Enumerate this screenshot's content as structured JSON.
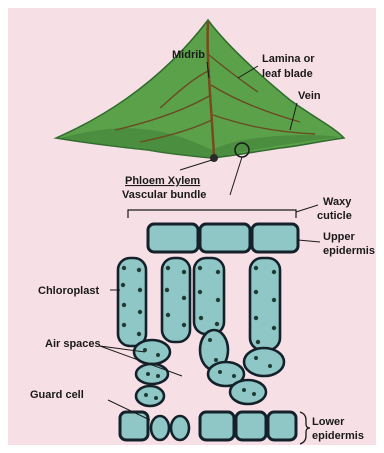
{
  "labels": {
    "midrib": "Midrib",
    "lamina_line1": "Lamina or",
    "lamina_line2": "leaf blade",
    "vein": "Vein",
    "phloem_xylem": "Phloem Xylem",
    "vascular_bundle": "Vascular bundle",
    "waxy_line1": "Waxy",
    "waxy_line2": "cuticle",
    "upper_line1": "Upper",
    "upper_line2": "epidermis",
    "chloroplast": "Chloroplast",
    "air_spaces": "Air spaces",
    "guard_cell": "Guard cell",
    "lower_line1": "Lower",
    "lower_line2": "epidermis"
  },
  "colors": {
    "background": "#f7dfe6",
    "leaf": "#5aa14a",
    "leaf_dark": "#2f6b2c",
    "stem": "#7a4a1e",
    "cell_fill": "#8fc7c6",
    "cell_wall": "#14212a",
    "chloroplast": "#1f3b33"
  }
}
